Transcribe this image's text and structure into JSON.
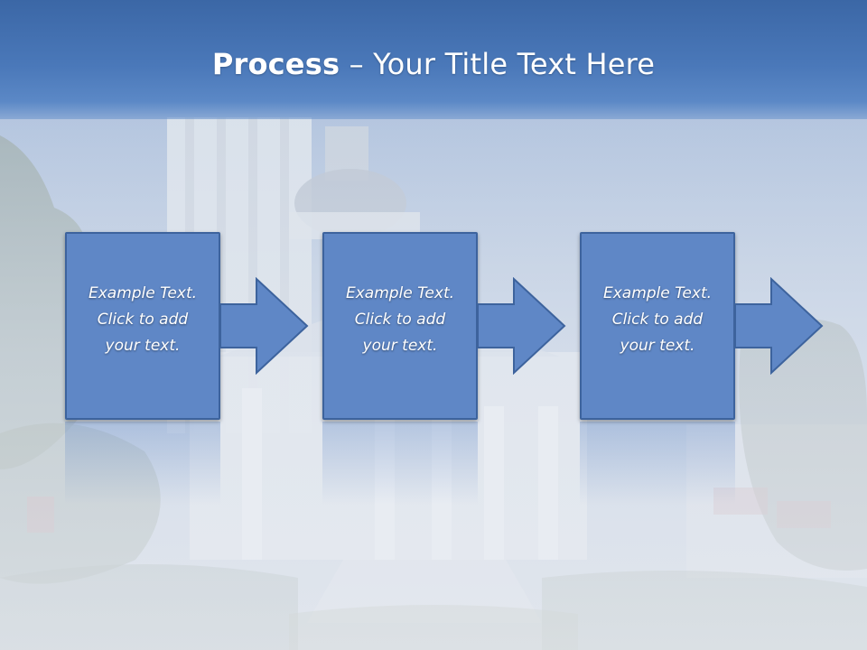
{
  "slide": {
    "title_bold": "Process",
    "title_rest": " – Your Title Text Here"
  },
  "steps": [
    {
      "line1": "Example Text.",
      "line2": "Click  to add",
      "line3": "your text."
    },
    {
      "line1": "Example Text.",
      "line2": "Click  to add",
      "line3": "your text."
    },
    {
      "line1": "Example Text.",
      "line2": "Click  to add",
      "line3": "your text."
    }
  ],
  "colors": {
    "title_bar": "#3b67a6",
    "box_fill": "#5f87c6",
    "box_border": "#3d639d",
    "text": "#ffffff"
  }
}
